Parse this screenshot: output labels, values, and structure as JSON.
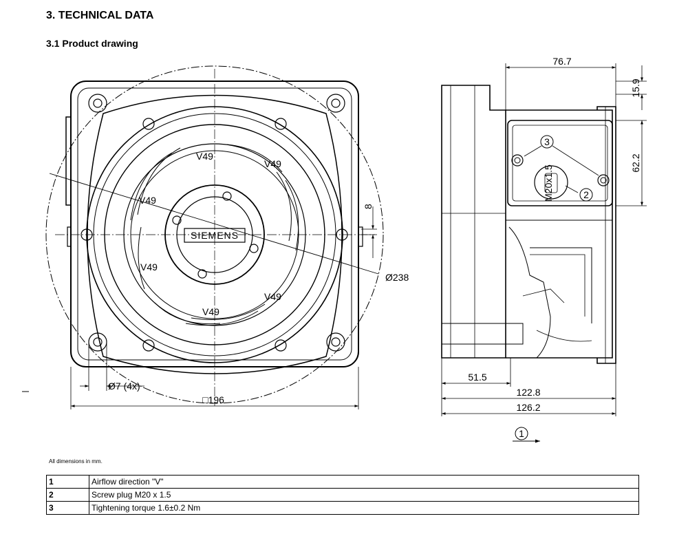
{
  "headings": {
    "section": "3. TECHNICAL DATA",
    "subsection": "3.1 Product drawing"
  },
  "front_view": {
    "brand": "SIEMENS",
    "blade_marks": [
      "V49",
      "V49",
      "V49",
      "V49",
      "V49",
      "V49"
    ],
    "dim_diameter": "Ø238",
    "dim_offset": "8",
    "dim_holes": "Ø7 (4x)",
    "dim_width": "□196"
  },
  "side_view": {
    "dim_76_7": "76.7",
    "dim_15_9": "15.9",
    "dim_62_2": "62.2",
    "dim_51_5": "51.5",
    "dim_122_8": "122.8",
    "dim_126_2": "126.2",
    "callout_2": "2",
    "callout_3": "3",
    "plug_text": "M20x1.5",
    "airflow_callout": "1"
  },
  "footnote": "All dimensions in mm.",
  "legend": [
    {
      "num": "1",
      "text": "Airflow direction \"V\""
    },
    {
      "num": "2",
      "text": "Screw plug M20 x 1.5"
    },
    {
      "num": "3",
      "text": "Tightening torque 1.6±0.2 Nm"
    }
  ]
}
